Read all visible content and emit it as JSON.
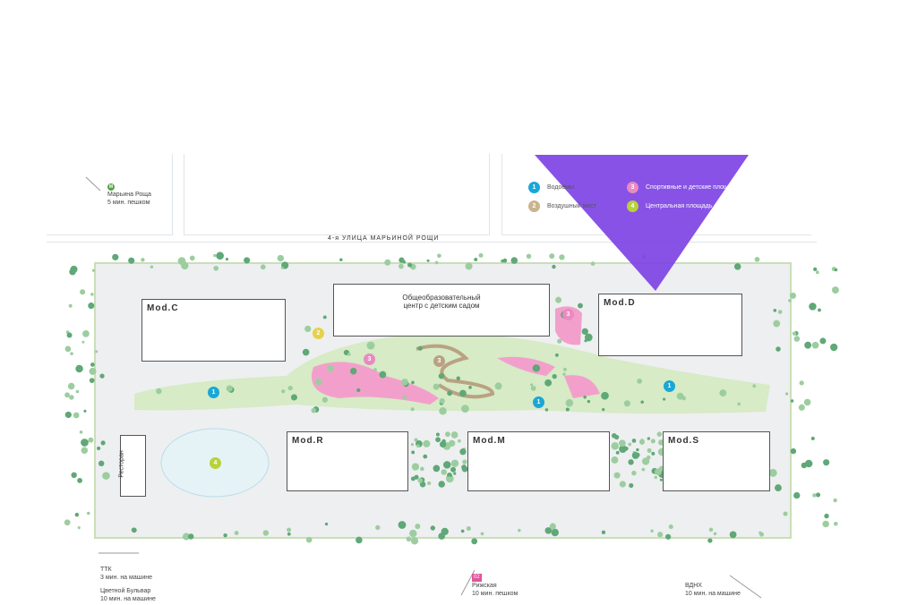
{
  "street": "4-я УЛИЦА МАРЬИНОЙ РОЩИ",
  "metro_top": {
    "badge": "М",
    "name": "Марьина Роща",
    "time": "5 мин. пешком"
  },
  "legend": [
    {
      "num": "1",
      "label": "Водоёмы",
      "color": "#1aa7d6"
    },
    {
      "num": "2",
      "label": "Воздушный мост",
      "color": "#c8b48f"
    },
    {
      "num": "3",
      "label": "Спортивные и детские площадки",
      "color": "#e98ac0"
    },
    {
      "num": "4",
      "label": "Центральная площадь с сухим фонтаном",
      "color": "#b6d33a"
    }
  ],
  "buildings": {
    "c": "Mod.C",
    "d": "Mod.D",
    "r": "Mod.R",
    "m": "Mod.M",
    "s": "Mod.S",
    "school": "Общеобразовательный центр с детским садом",
    "restaurant": "Ресторан"
  },
  "markers": {
    "one": "1",
    "two": "2",
    "three": "3",
    "four": "4"
  },
  "bottom": {
    "ttk": {
      "name": "ТТК",
      "time": "3 мин. на машине"
    },
    "cb": {
      "name": "Цветной Бульвар",
      "time": "10 мин. на машине"
    },
    "riga": {
      "badge": "02",
      "name": "Рижская",
      "time": "10 мин. пешком"
    },
    "vdnh": {
      "name": "ВДНХ",
      "time": "10 мин. на машине"
    }
  },
  "accent": "#7b3fe4"
}
